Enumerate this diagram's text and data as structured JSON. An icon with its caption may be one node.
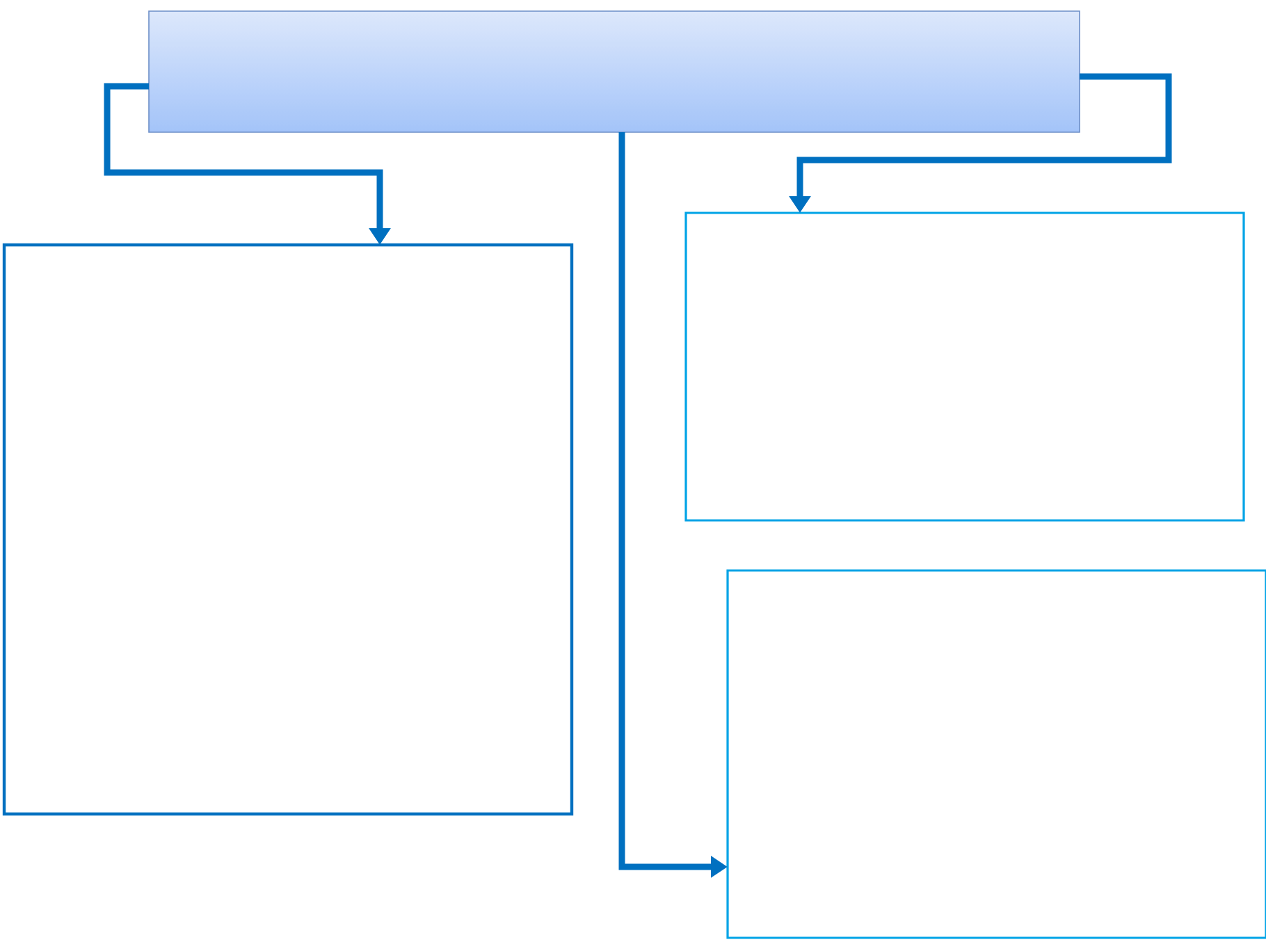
{
  "diagram": {
    "nodes": [
      {
        "text": [],
        "shape": "box"
      },
      {
        "text": [],
        "shape": "box"
      },
      {
        "text": [],
        "shape": "box"
      },
      {
        "text": [],
        "shape": "box"
      }
    ],
    "edges": [
      {
        "from": 0,
        "to": 1,
        "arrow": "to"
      },
      {
        "from": 0,
        "to": 2,
        "arrow": "to"
      },
      {
        "from": 0,
        "to": 3,
        "arrow": "to"
      }
    ]
  }
}
